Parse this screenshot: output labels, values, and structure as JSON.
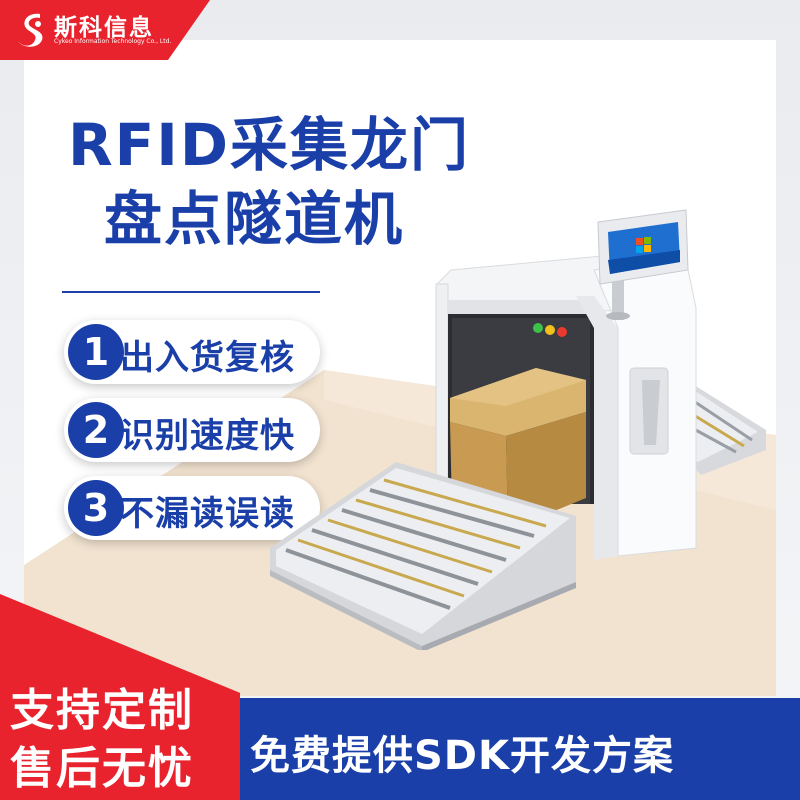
{
  "brand": {
    "name_cn": "斯科信息",
    "name_en": "Cykeo Information Technology Co., Ltd."
  },
  "product": {
    "title_line1": "RFID采集龙门",
    "title_line2": "盘点隧道机"
  },
  "features": [
    {
      "num": "1",
      "label": "出入货复核"
    },
    {
      "num": "2",
      "label": "识别速度快"
    },
    {
      "num": "3",
      "label": "不漏读误读"
    }
  ],
  "promo": {
    "line1": "支持定制",
    "line2": "售后无忧",
    "slogan": "免费提供SDK开发方案"
  },
  "colors": {
    "brand_blue": "#1a3fa8",
    "brand_red": "#e8232d",
    "floor": "#f2e3d0"
  }
}
